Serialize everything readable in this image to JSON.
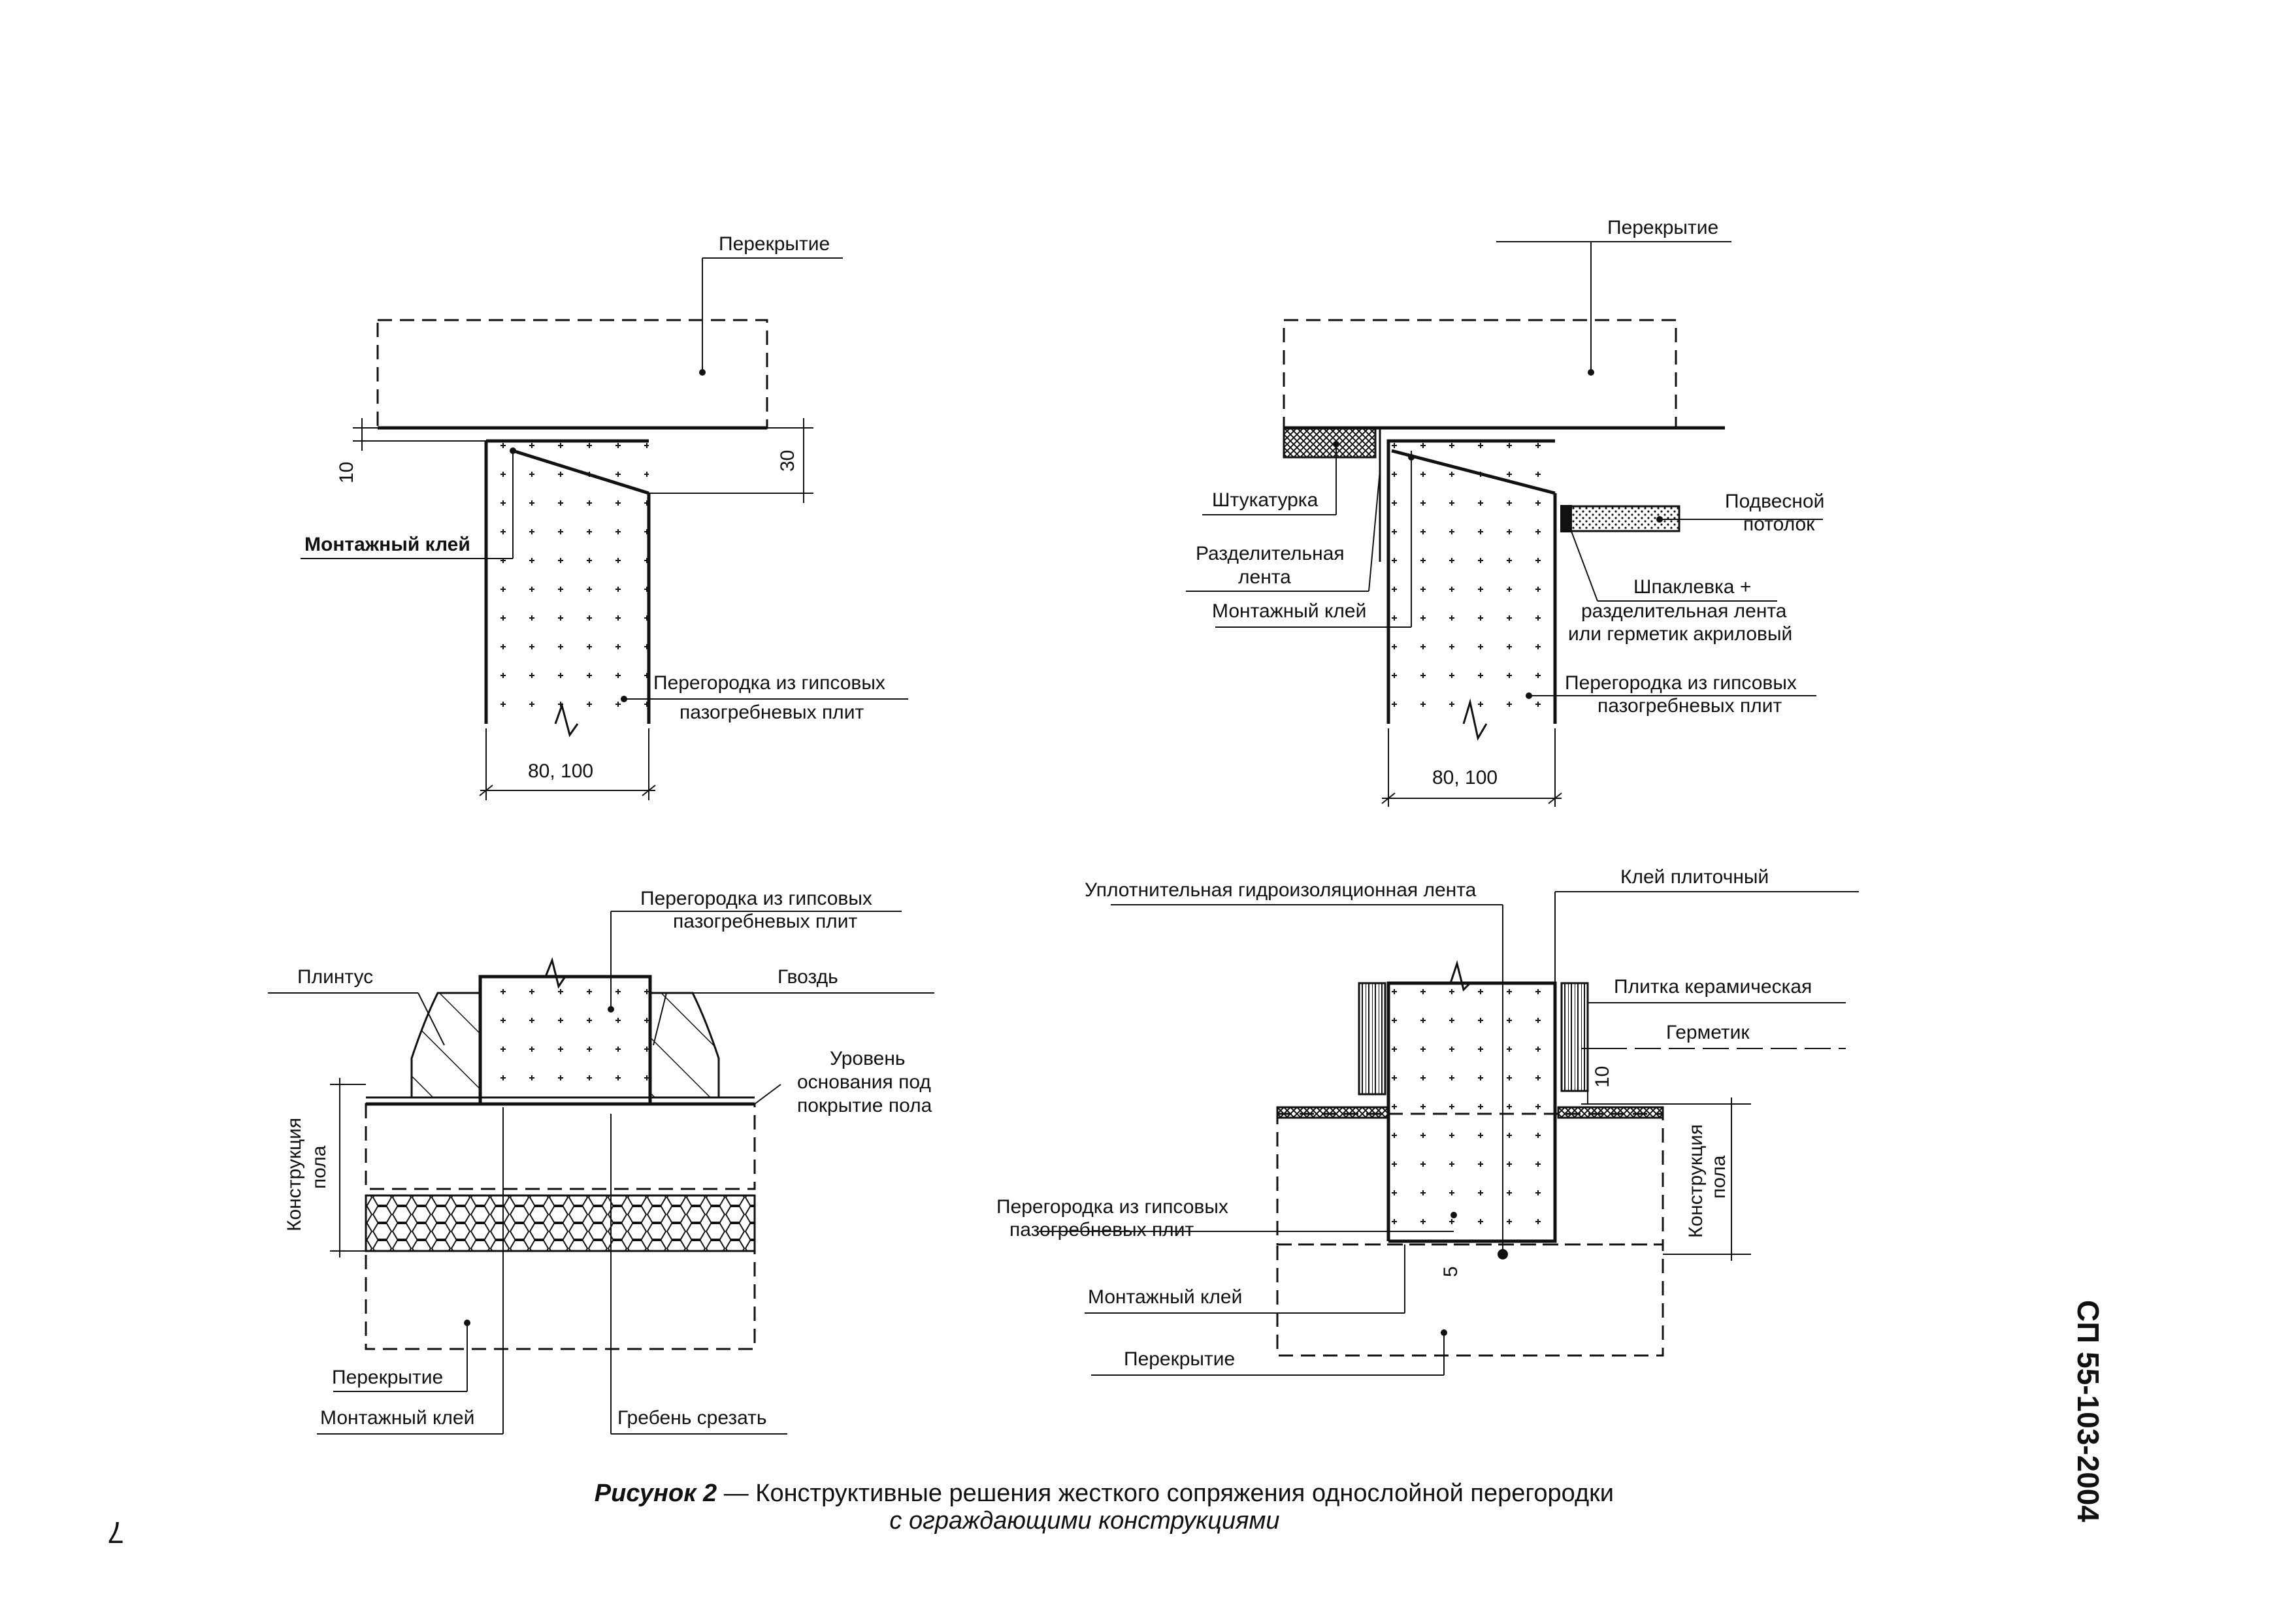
{
  "figure": {
    "caption_label": "Рисунок 2",
    "caption_rest": " — Конструктивные решения жесткого сопряжения однослойной перегородки",
    "caption_line2": "с ограждающими конструкциями",
    "standard_code": "СП 55-103-2004",
    "page_number": "7"
  },
  "detail_top_left": {
    "label_slab": "Перекрытие",
    "label_glue": "Монтажный клей",
    "label_partition_1": "Перегородка из гипсовых",
    "label_partition_2": "пазогребневых плит",
    "dim_width": "80, 100",
    "dim_gap": "10",
    "dim_height": "30"
  },
  "detail_top_right": {
    "label_slab": "Перекрытие",
    "label_plaster": "Штукатурка",
    "label_tape_1": "Разделительная",
    "label_tape_2": "лента",
    "label_glue": "Монтажный клей",
    "label_ceiling_1": "Подвесной",
    "label_ceiling_2": "потолок",
    "label_putty_1": "Шпаклевка +",
    "label_putty_2": "разделительная лента",
    "label_putty_3": "или герметик акриловый",
    "label_partition_1": "Перегородка из гипсовых",
    "label_partition_2": "пазогребневых плит",
    "dim_width": "80, 100"
  },
  "detail_bottom_left": {
    "label_partition_1": "Перегородка из гипсовых",
    "label_partition_2": "пазогребневых плит",
    "label_plinth": "Плинтус",
    "label_nail": "Гвоздь",
    "label_level_1": "Уровень",
    "label_level_2": "основания под",
    "label_level_3": "покрытие пола",
    "label_floor_1": "Конструкция",
    "label_floor_2": "пола",
    "label_slab": "Перекрытие",
    "label_glue": "Монтажный клей",
    "label_cut": "Гребень срезать"
  },
  "detail_bottom_right": {
    "label_seal_tape": "Уплотнительная гидроизоляционная лента",
    "label_tile_glue": "Клей плиточный",
    "label_tile": "Плитка керамическая",
    "label_sealant": "Герметик",
    "dim_10": "10",
    "label_floor_1": "Конструкция",
    "label_floor_2": "пола",
    "label_partition_1": "Перегородка из гипсовых",
    "label_partition_2": "пазогребневых плит",
    "label_glue": "Монтажный клей",
    "label_slab": "Перекрытие",
    "dim_5": "5"
  }
}
